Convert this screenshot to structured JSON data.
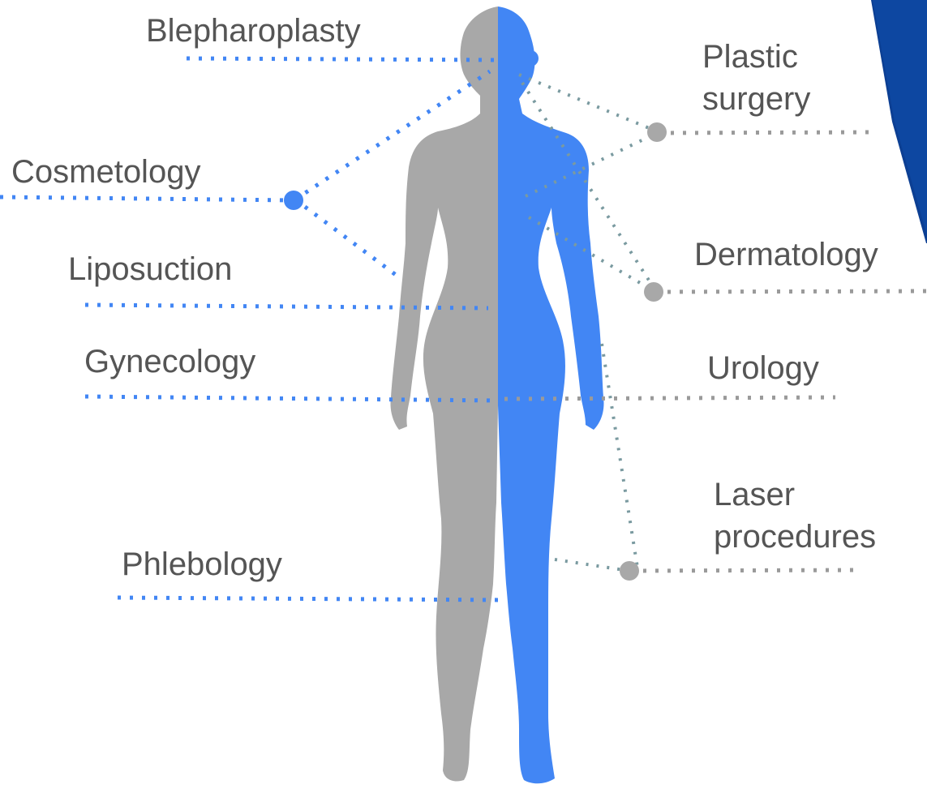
{
  "colors": {
    "label_text": "#555555",
    "blue": "#4286f4",
    "grey": "#a8a8a8",
    "dark_blue": "#0c3f93",
    "teal_dots": "#7a9aa0",
    "background": "#ffffff"
  },
  "labels": {
    "blepharoplasty": "Blepharoplasty",
    "cosmetology": "Cosmetology",
    "liposuction": "Liposuction",
    "gynecology": "Gynecology",
    "phlebology": "Phlebology",
    "plastic_surgery": [
      "Plastic",
      "surgery"
    ],
    "dermatology": "Dermatology",
    "urology": "Urology",
    "laser_procedures": [
      "Laser",
      "procedures"
    ]
  }
}
